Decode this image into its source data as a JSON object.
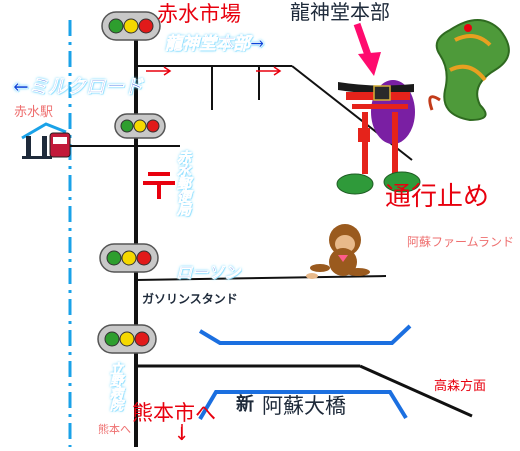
{
  "colors": {
    "road": "#111111",
    "rail": "#1aa2e8",
    "river": "#1b6fe0",
    "label_red": "#e8000e",
    "label_blue": "#0b45d9",
    "torii": "#e5231b"
  },
  "labels": {
    "akamizu_ichiba": "赤水市場",
    "ryujindo_honbu_top": "龍神堂本部",
    "ryujindo_honbu_arrow": "龍神堂本部→",
    "milk_road": "←ミルクロード",
    "akamizu_station": "赤水駅",
    "post_office": "赤水郵便局",
    "road_closed": "通行止め",
    "aso_farmland": "阿蘇ファームランド",
    "lawson": "ローソン",
    "gas_station": "ガソリンスタンド",
    "takamori": "高森方面",
    "shin": "新",
    "aso_ohashi": "阿蘇大橋",
    "to_kumamoto": "熊本市へ",
    "kumamoto_ato": "熊本へ",
    "tateno_hospital": "立野病院",
    "kumamoto_arrow": "↓"
  },
  "icons": {
    "traffic_light": "traffic-light-icon",
    "post_mark": "post-office-mark-icon",
    "torii": "torii-gate-icon",
    "dragon": "dragon-icon",
    "monkey": "monkey-icon",
    "station": "station-icon",
    "pointer": "pointer-arrow-icon"
  }
}
